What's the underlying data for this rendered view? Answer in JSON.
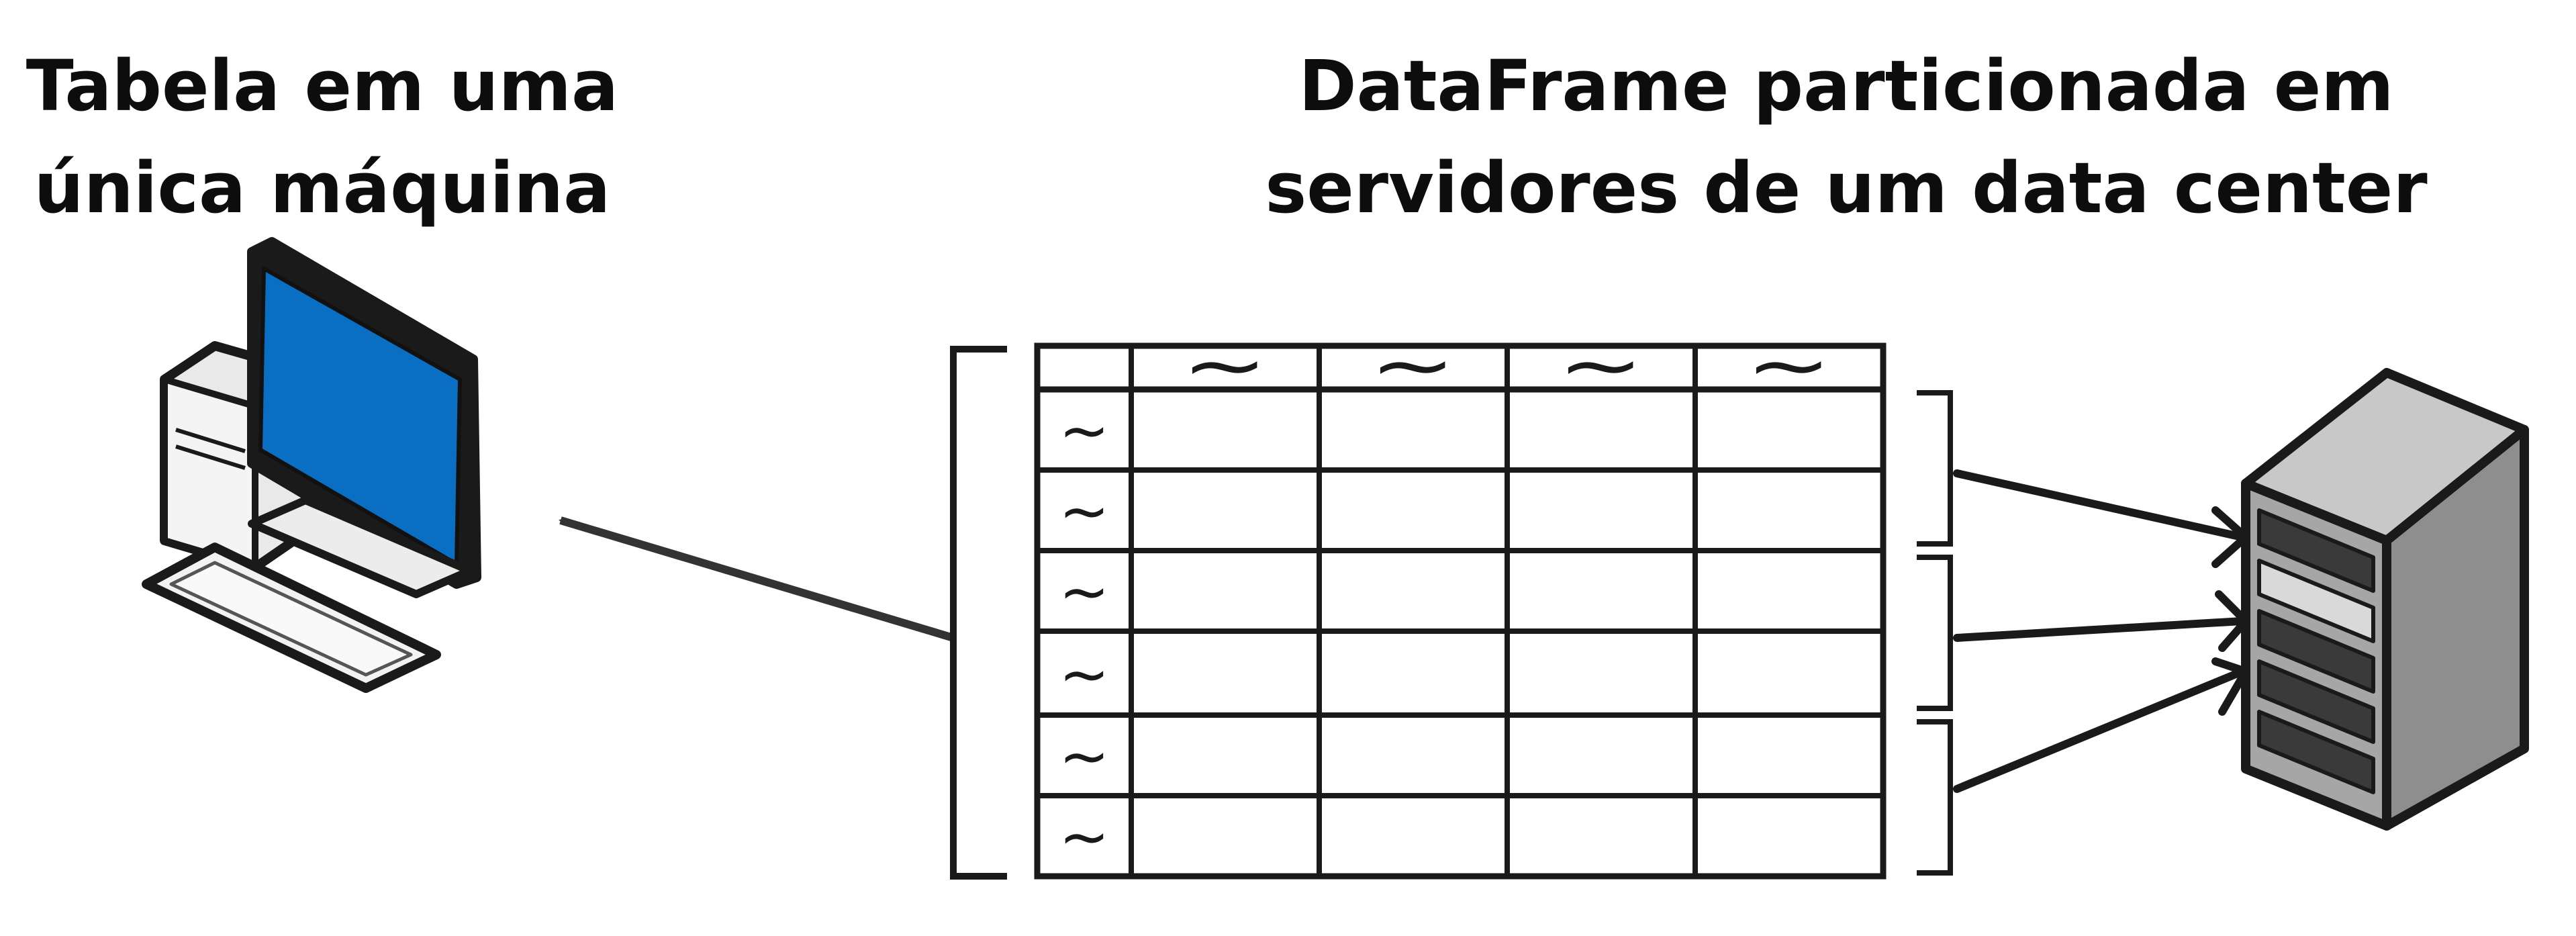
{
  "left_title": {
    "line1": "Tabela em uma",
    "line2": "única máquina"
  },
  "right_title": {
    "line1": "DataFrame particionada em",
    "line2": "servidores de um data center"
  },
  "table": {
    "header_glyph": "~",
    "row_glyph": "~",
    "data_columns": 4,
    "data_rows": 6,
    "partitions": 3
  },
  "icons": {
    "computer": "desktop-computer-icon",
    "server": "server-tower-icon"
  },
  "colors": {
    "ink": "#1a1a1a",
    "screen": "#0a6fc2",
    "server_body": "#9c9c9c",
    "server_dark": "#3a3a3a"
  }
}
